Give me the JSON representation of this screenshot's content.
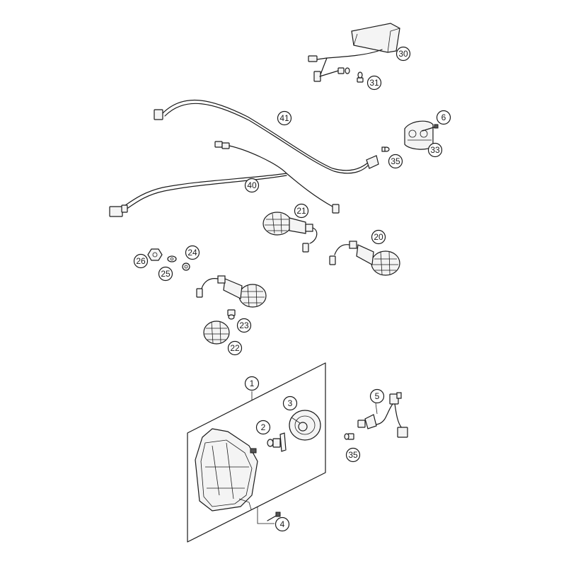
{
  "callouts": [
    {
      "id": "c30",
      "label": "30"
    },
    {
      "id": "c31",
      "label": "31"
    },
    {
      "id": "c6",
      "label": "6"
    },
    {
      "id": "c41",
      "label": "41"
    },
    {
      "id": "c33",
      "label": "33"
    },
    {
      "id": "c35a",
      "label": "35"
    },
    {
      "id": "c40",
      "label": "40"
    },
    {
      "id": "c21",
      "label": "21"
    },
    {
      "id": "c20",
      "label": "20"
    },
    {
      "id": "c26",
      "label": "26"
    },
    {
      "id": "c24",
      "label": "24"
    },
    {
      "id": "c25",
      "label": "25"
    },
    {
      "id": "c23",
      "label": "23"
    },
    {
      "id": "c22",
      "label": "22"
    },
    {
      "id": "c1",
      "label": "1"
    },
    {
      "id": "c3",
      "label": "3"
    },
    {
      "id": "c2",
      "label": "2"
    },
    {
      "id": "c5",
      "label": "5"
    },
    {
      "id": "c35b",
      "label": "35"
    },
    {
      "id": "c4",
      "label": "4"
    }
  ]
}
